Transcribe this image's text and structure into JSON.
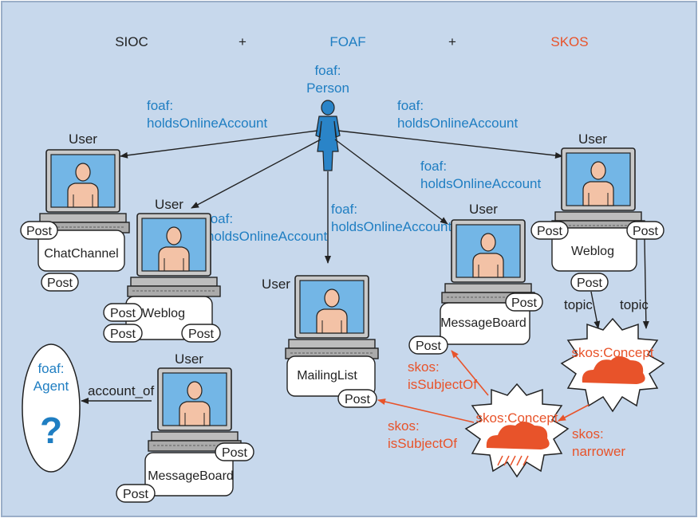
{
  "header": {
    "sioc": "SIOC",
    "plus1": "+",
    "foaf": "FOAF",
    "plus2": "+",
    "skos": "SKOS"
  },
  "person": {
    "line1": "foaf:",
    "line2": "Person"
  },
  "holds_label": {
    "line1": "foaf:",
    "line2": "holdsOnlineAccount"
  },
  "user_label": "User",
  "post_label": "Post",
  "containers": {
    "chat": "ChatChannel",
    "weblog1": "Weblog",
    "mailing": "MailingList",
    "board1": "MessageBoard",
    "weblog2": "Weblog",
    "board2": "MessageBoard"
  },
  "agent": {
    "line1": "foaf:",
    "line2": "Agent",
    "mark": "?"
  },
  "account_of": "account_of",
  "topic": "topic",
  "concept": "skos:Concept",
  "is_subject_of": {
    "line1": "skos:",
    "line2": "isSubjectOf"
  },
  "narrower": {
    "line1": "skos:",
    "line2": "narrower"
  },
  "colors": {
    "background": "#c7d8ec",
    "foaf": "#1f7ec2",
    "skos": "#e8532a",
    "dark": "#222222"
  }
}
